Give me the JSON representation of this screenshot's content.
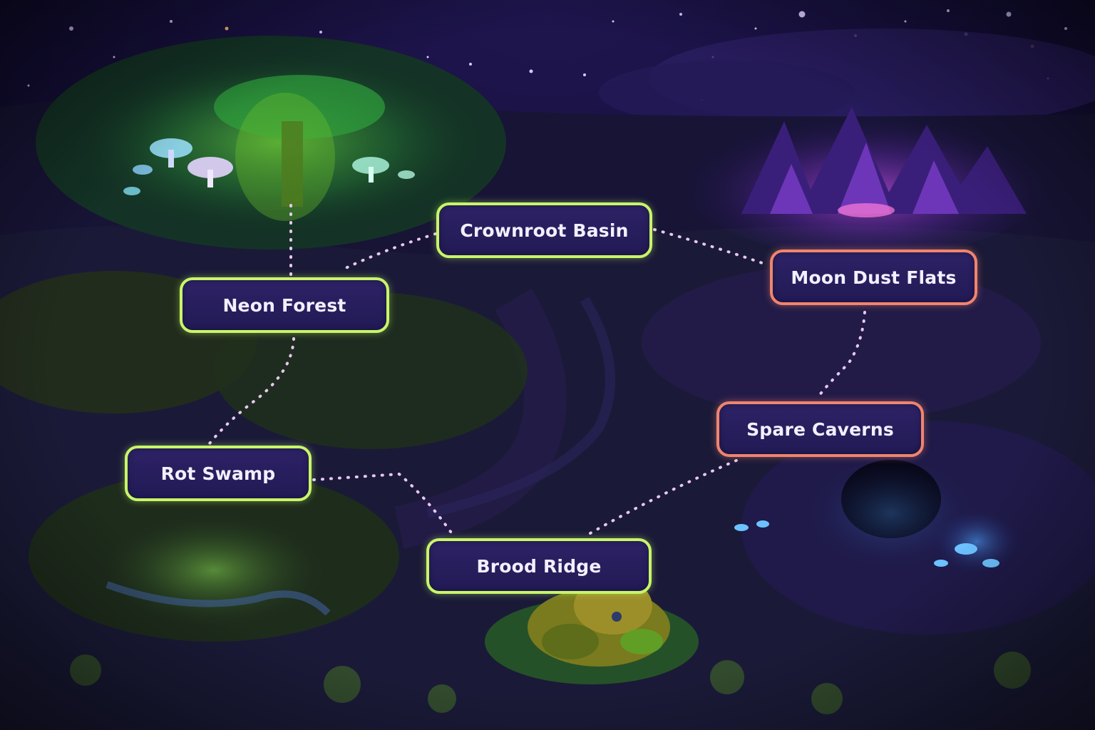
{
  "map": {
    "regions": [
      {
        "id": "crownroot",
        "label": "Crownroot Basin",
        "status": "unlocked",
        "border_color": "#c8f56a"
      },
      {
        "id": "neon",
        "label": "Neon Forest",
        "status": "unlocked",
        "border_color": "#c8f56a"
      },
      {
        "id": "moon",
        "label": "Moon Dust Flats",
        "status": "danger",
        "border_color": "#f0846e"
      },
      {
        "id": "spare",
        "label": "Spare Caverns",
        "status": "danger",
        "border_color": "#f0846e"
      },
      {
        "id": "rot",
        "label": "Rot Swamp",
        "status": "unlocked",
        "border_color": "#c8f56a"
      },
      {
        "id": "brood",
        "label": "Brood Ridge",
        "status": "unlocked",
        "border_color": "#c8f56a"
      }
    ],
    "connections": [
      [
        "neon",
        "crownroot"
      ],
      [
        "crownroot",
        "moon"
      ],
      [
        "neon",
        "rot"
      ],
      [
        "rot",
        "brood"
      ],
      [
        "brood",
        "spare"
      ],
      [
        "moon",
        "spare"
      ]
    ],
    "colors": {
      "path_dots": "#e9c8ee",
      "node_fill": "#251c5a",
      "sky": "#120c36"
    }
  }
}
